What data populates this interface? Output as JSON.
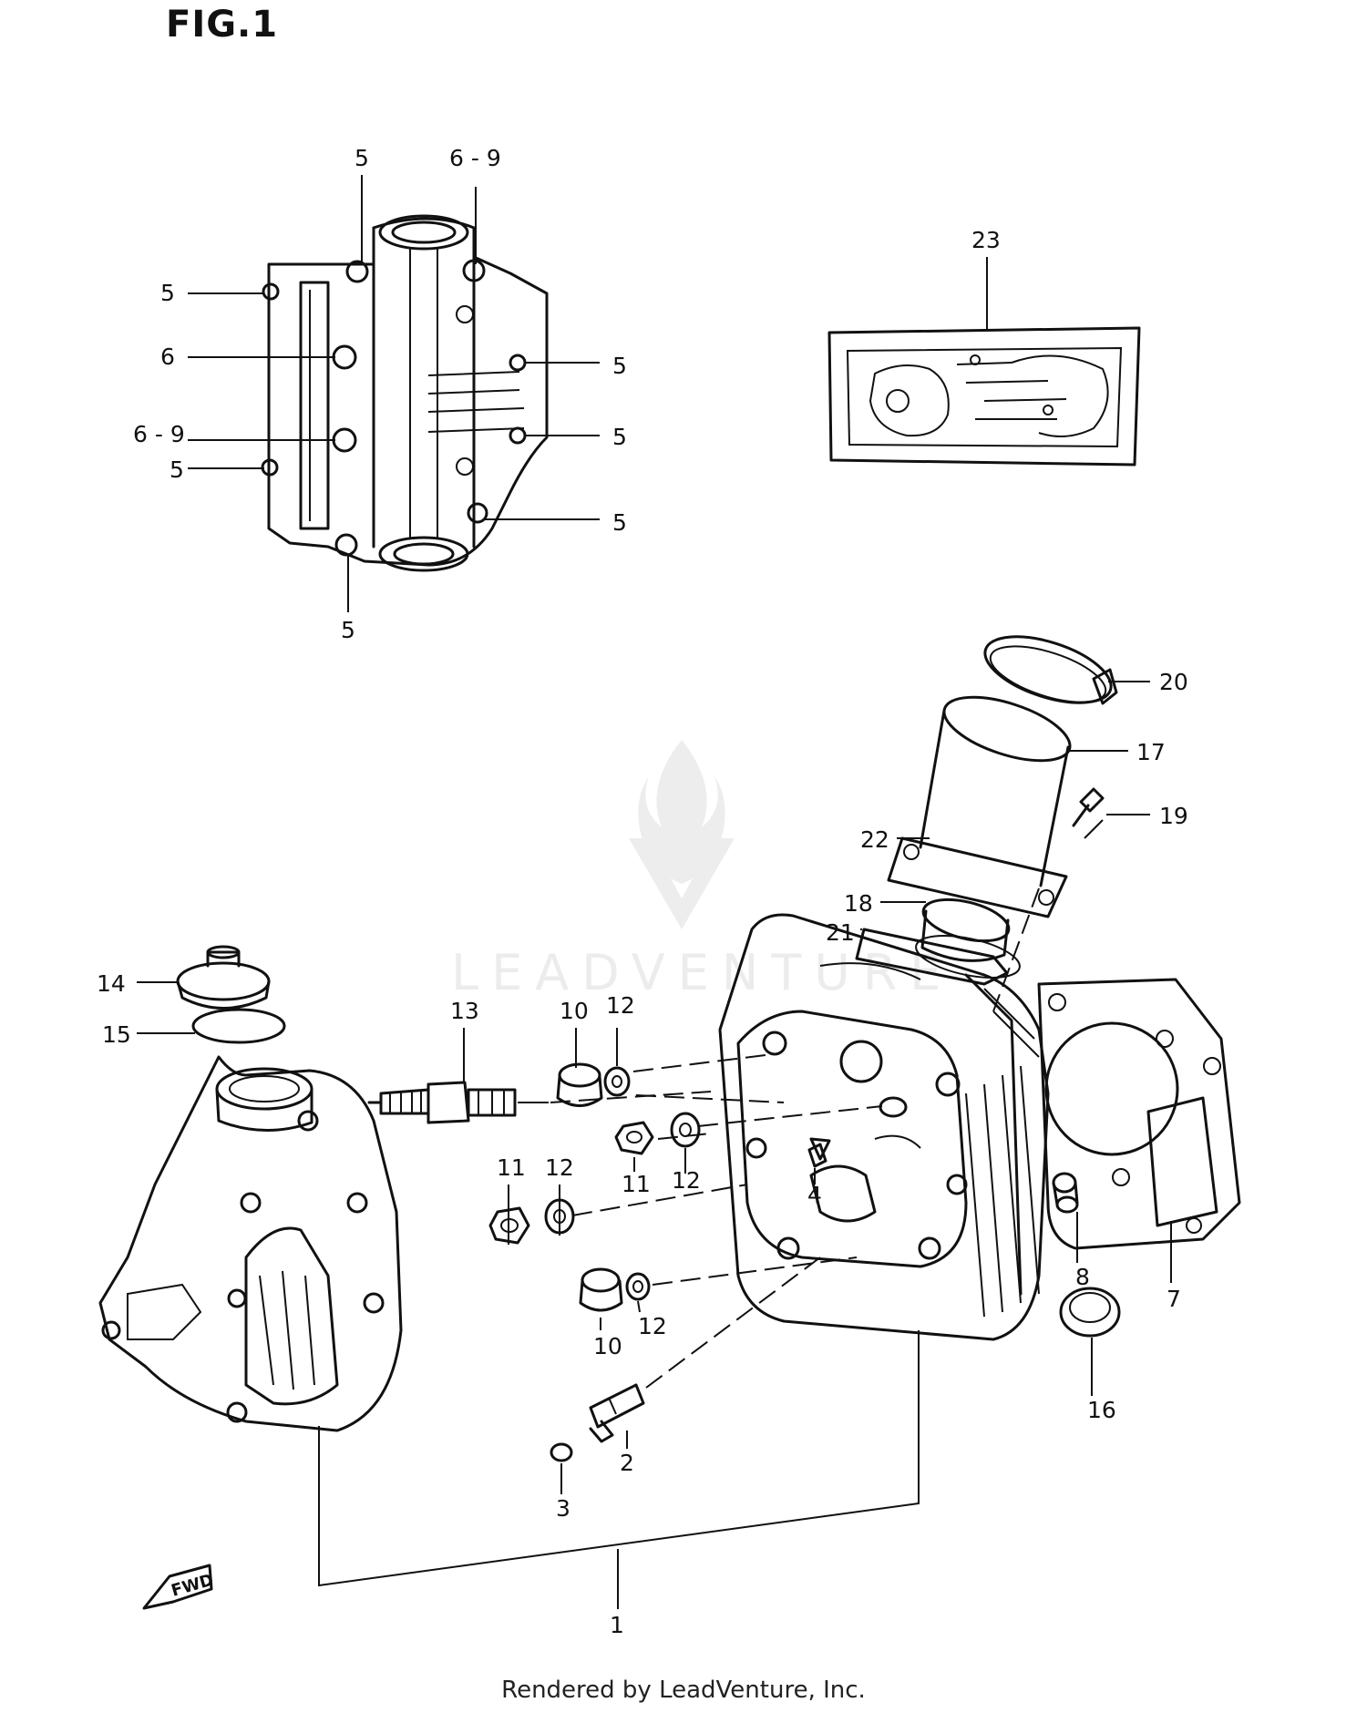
{
  "figure": {
    "title": "FIG.1"
  },
  "footer": {
    "text": "Rendered by LeadVenture, Inc."
  },
  "watermark": {
    "text": "LEADVENTURE"
  },
  "arrow": {
    "text": "FWD"
  },
  "callouts": {
    "c_top_5": "5",
    "c_top_69": "6 - 9",
    "c_left_5a": "5",
    "c_left_6": "6",
    "c_left_69": "6 - 9",
    "c_left_5b": "5",
    "c_right_5a": "5",
    "c_right_5b": "5",
    "c_right_5c": "5",
    "c_bottom_5": "5",
    "c23": "23",
    "c20": "20",
    "c17": "17",
    "c19": "19",
    "c22": "22",
    "c18": "18",
    "c21": "21",
    "c14": "14",
    "c15": "15",
    "c13": "13",
    "c10a": "10",
    "c12a": "12",
    "c11a": "11",
    "c12b": "12",
    "c4": "4",
    "c11b": "11",
    "c12c": "12",
    "c10b": "10",
    "c12d": "12",
    "c8": "8",
    "c7": "7",
    "c16": "16",
    "c2": "2",
    "c3": "3",
    "c1": "1"
  }
}
